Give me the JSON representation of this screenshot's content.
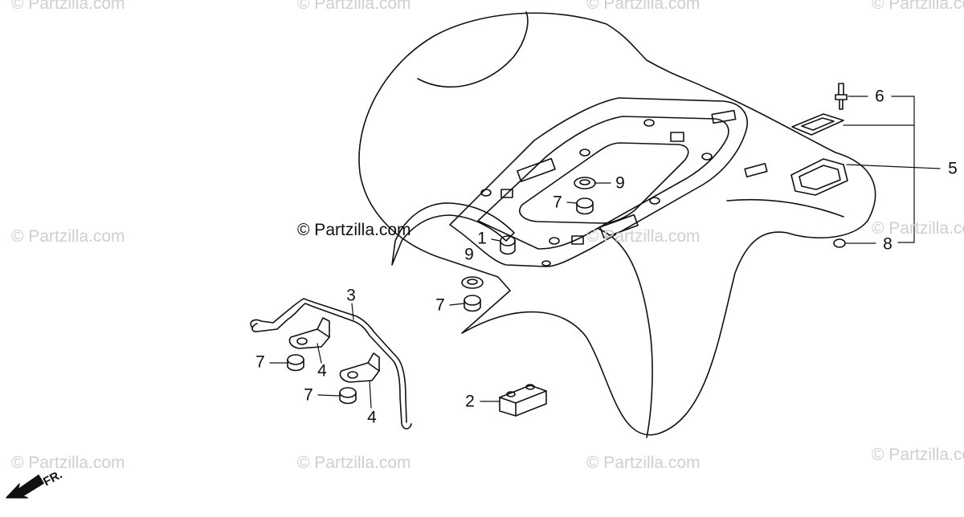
{
  "watermark": {
    "text": "© Partzilla.com",
    "center_text": "© Partzilla.com"
  },
  "callouts": {
    "c1": "1",
    "c2": "2",
    "c3": "3",
    "c4a": "4",
    "c4b": "4",
    "c5": "5",
    "c6": "6",
    "c7a": "7",
    "c7b": "7",
    "c7c": "7",
    "c7d": "7",
    "c8": "8",
    "c9a": "9",
    "c9b": "9"
  },
  "direction": {
    "label": "FR.",
    "icon": "front-arrow-icon"
  },
  "colors": {
    "line": "#111111",
    "watermark": "#cfcfcf"
  }
}
